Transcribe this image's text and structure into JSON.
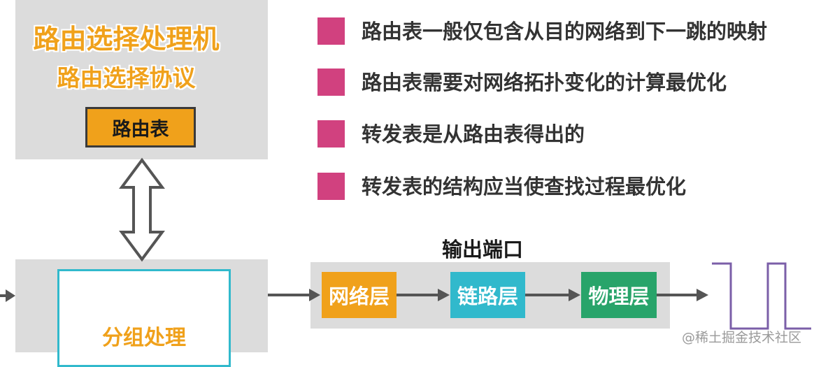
{
  "routing_processor": {
    "title": "路由选择处理机",
    "protocol": "路由选择协议",
    "table": "路由表"
  },
  "bullets": [
    "路由表一般仅包含从目的网络到下一跳的映射",
    "路由表需要对网络拓扑变化的计算最优化",
    "转发表是从路由表得出的",
    "转发表的结构应当使查找过程最优化"
  ],
  "packet_processing": "分组处理",
  "output_port": {
    "title": "输出端口",
    "layers": [
      "网络层",
      "链路层",
      "物理层"
    ]
  },
  "watermark": "@稀土掘金技术社区",
  "colors": {
    "orange": "#f0a11b",
    "pink": "#d1417f",
    "cyan": "#31b9cc",
    "green": "#28a46a",
    "panel_gray": "#dcdcdc"
  }
}
